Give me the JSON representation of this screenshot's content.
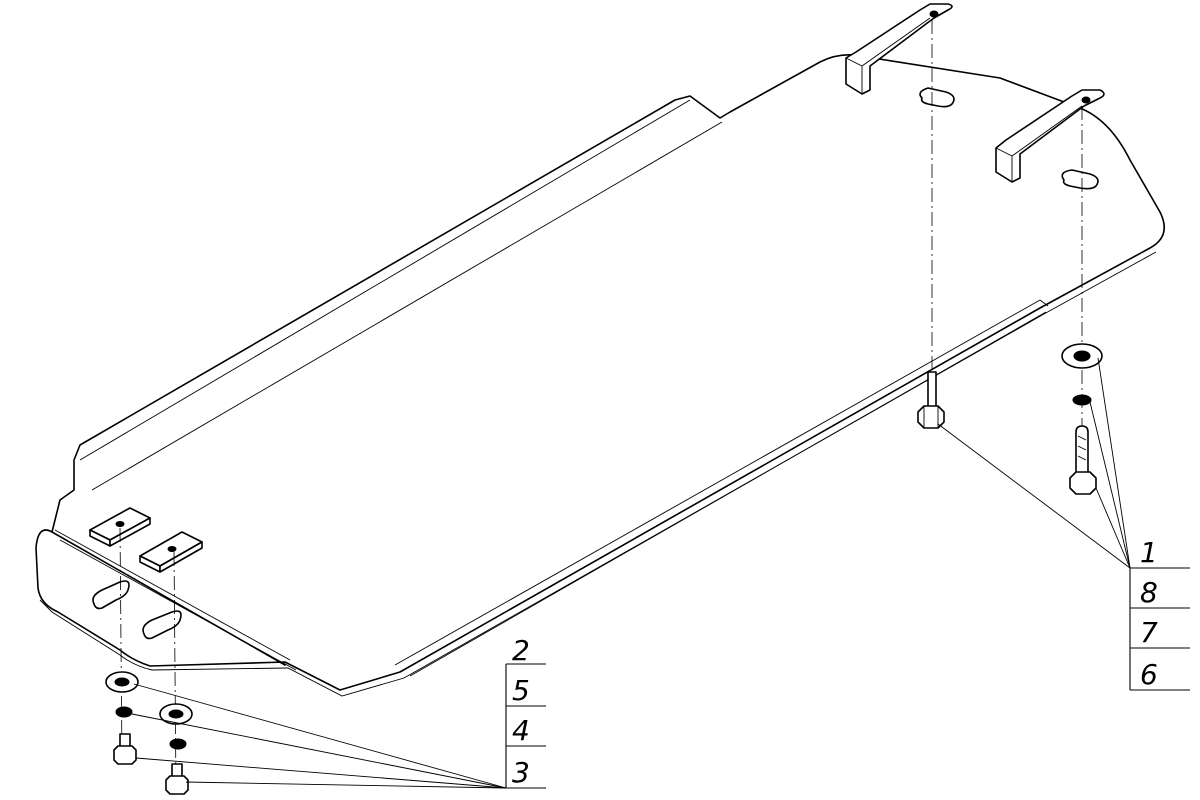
{
  "callouts_right": [
    "1",
    "8",
    "7",
    "6"
  ],
  "callouts_left": [
    "2",
    "5",
    "4",
    "3"
  ]
}
